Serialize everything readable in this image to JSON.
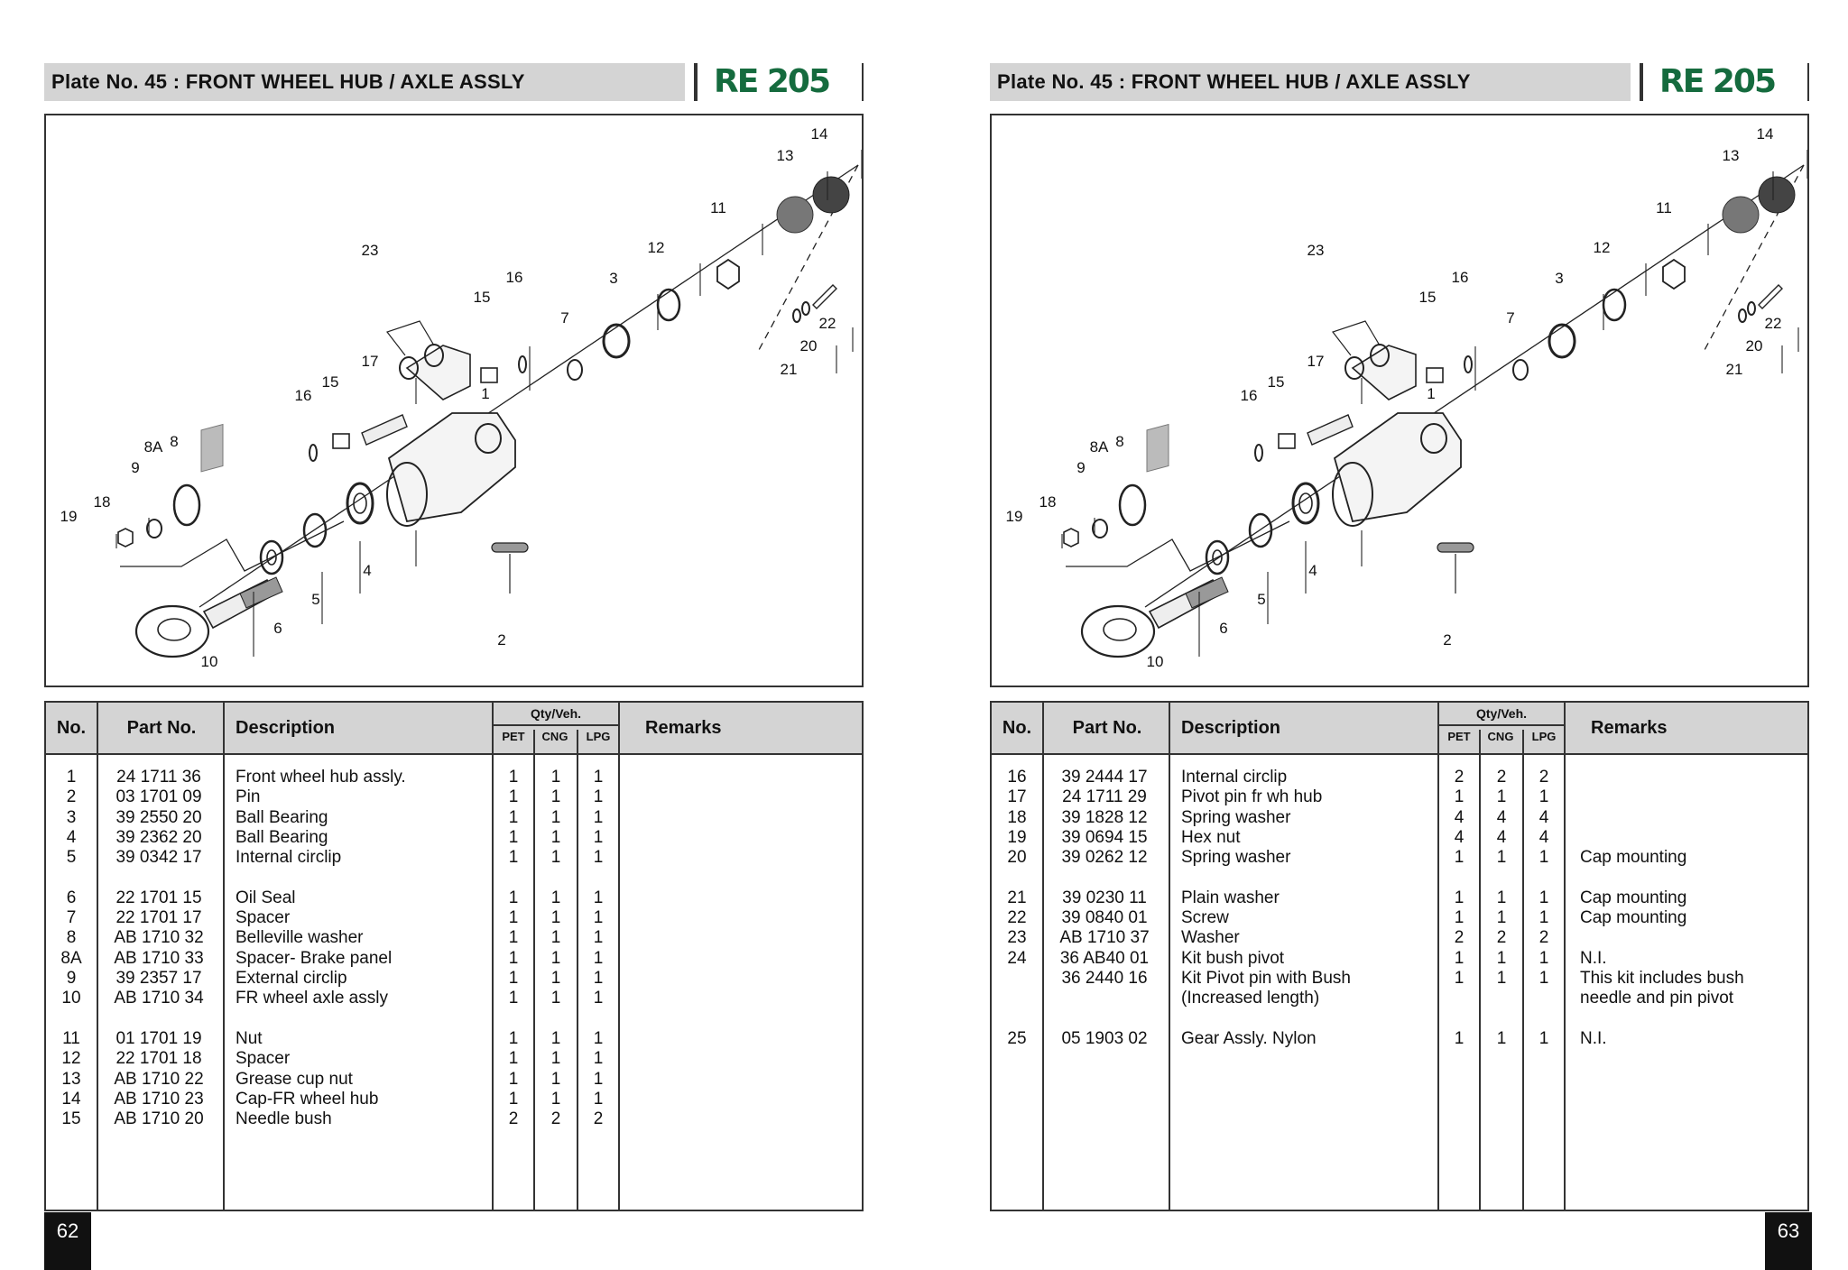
{
  "pages": [
    {
      "plate": "Plate  No.  45   :  FRONT  WHEEL  HUB  /  AXLE  ASSLY",
      "logo": "RE 205",
      "page_number": "62",
      "rows": [
        {
          "no": "1",
          "part": "24  1711  36",
          "desc": "Front wheel hub assly.",
          "pet": "1",
          "cng": "1",
          "lpg": "1",
          "rem": ""
        },
        {
          "no": "2",
          "part": "03  1701  09",
          "desc": "Pin",
          "pet": "1",
          "cng": "1",
          "lpg": "1",
          "rem": ""
        },
        {
          "no": "3",
          "part": "39  2550  20",
          "desc": "Ball Bearing",
          "pet": "1",
          "cng": "1",
          "lpg": "1",
          "rem": ""
        },
        {
          "no": "4",
          "part": "39  2362  20",
          "desc": "Ball Bearing",
          "pet": "1",
          "cng": "1",
          "lpg": "1",
          "rem": ""
        },
        {
          "no": "5",
          "part": "39  0342  17",
          "desc": "Internal circlip",
          "pet": "1",
          "cng": "1",
          "lpg": "1",
          "rem": ""
        },
        {
          "no": "6",
          "part": "22  1701  15",
          "desc": "Oil  Seal",
          "pet": "1",
          "cng": "1",
          "lpg": "1",
          "rem": ""
        },
        {
          "no": "7",
          "part": "22  1701  17",
          "desc": "Spacer",
          "pet": "1",
          "cng": "1",
          "lpg": "1",
          "rem": ""
        },
        {
          "no": "8",
          "part": "AB  1710  32",
          "desc": "Belleville washer",
          "pet": "1",
          "cng": "1",
          "lpg": "1",
          "rem": ""
        },
        {
          "no": "8A",
          "part": "AB  1710  33",
          "desc": "Spacer- Brake panel",
          "pet": "1",
          "cng": "1",
          "lpg": "1",
          "rem": ""
        },
        {
          "no": "9",
          "part": "39  2357  17",
          "desc": "External circlip",
          "pet": "1",
          "cng": "1",
          "lpg": "1",
          "rem": ""
        },
        {
          "no": "10",
          "part": "AB  1710  34",
          "desc": "FR wheel axle assly",
          "pet": "1",
          "cng": "1",
          "lpg": "1",
          "rem": ""
        },
        {
          "no": "11",
          "part": "01  1701  19",
          "desc": "Nut",
          "pet": "1",
          "cng": "1",
          "lpg": "1",
          "rem": ""
        },
        {
          "no": "12",
          "part": "22  1701  18",
          "desc": "Spacer",
          "pet": "1",
          "cng": "1",
          "lpg": "1",
          "rem": ""
        },
        {
          "no": "13",
          "part": "AB  1710  22",
          "desc": "Grease cup nut",
          "pet": "1",
          "cng": "1",
          "lpg": "1",
          "rem": ""
        },
        {
          "no": "14",
          "part": "AB  1710  23",
          "desc": "Cap-FR wheel hub",
          "pet": "1",
          "cng": "1",
          "lpg": "1",
          "rem": ""
        },
        {
          "no": "15",
          "part": "AB  1710  20",
          "desc": "Needle bush",
          "pet": "2",
          "cng": "2",
          "lpg": "2",
          "rem": ""
        }
      ]
    },
    {
      "plate": "Plate  No.  45   :  FRONT  WHEEL  HUB  /  AXLE  ASSLY",
      "logo": "RE 205",
      "page_number": "63",
      "rows": [
        {
          "no": "16",
          "part": "39  2444  17",
          "desc": "Internal circlip",
          "pet": "2",
          "cng": "2",
          "lpg": "2",
          "rem": ""
        },
        {
          "no": "17",
          "part": "24  1711  29",
          "desc": "Pivot pin fr wh hub",
          "pet": "1",
          "cng": "1",
          "lpg": "1",
          "rem": ""
        },
        {
          "no": "18",
          "part": "39  1828  12",
          "desc": "Spring washer",
          "pet": "4",
          "cng": "4",
          "lpg": "4",
          "rem": ""
        },
        {
          "no": "19",
          "part": "39  0694  15",
          "desc": "Hex nut",
          "pet": "4",
          "cng": "4",
          "lpg": "4",
          "rem": ""
        },
        {
          "no": "20",
          "part": "39  0262  12",
          "desc": "Spring washer",
          "pet": "1",
          "cng": "1",
          "lpg": "1",
          "rem": "Cap mounting"
        },
        {
          "no": "21",
          "part": "39  0230  11",
          "desc": "Plain washer",
          "pet": "1",
          "cng": "1",
          "lpg": "1",
          "rem": "Cap mounting"
        },
        {
          "no": "22",
          "part": "39  0840  01",
          "desc": "Screw",
          "pet": "1",
          "cng": "1",
          "lpg": "1",
          "rem": "Cap mounting"
        },
        {
          "no": "23",
          "part": "AB  1710  37",
          "desc": "Washer",
          "pet": "2",
          "cng": "2",
          "lpg": "2",
          "rem": ""
        },
        {
          "no": "24",
          "part": "36  AB40  01",
          "desc": "Kit bush pivot",
          "pet": "1",
          "cng": "1",
          "lpg": "1",
          "rem": "N.I."
        },
        {
          "no": "",
          "part": "36  2440  16",
          "desc": "Kit Pivot pin with Bush",
          "pet": "1",
          "cng": "1",
          "lpg": "1",
          "rem": "This kit includes bush"
        },
        {
          "no": "",
          "part": "",
          "desc": "(Increased length)",
          "pet": "",
          "cng": "",
          "lpg": "",
          "rem": "needle and pin pivot"
        },
        {
          "no": "25",
          "part": "05  1903  02",
          "desc": "Gear Assly. Nylon",
          "pet": "1",
          "cng": "1",
          "lpg": "1",
          "rem": "N.I."
        }
      ]
    }
  ],
  "table_headers": {
    "no": "No.",
    "part": "Part No.",
    "desc": "Description",
    "qty": "Qty/Veh.",
    "pet": "PET",
    "cng": "CNG",
    "lpg": "LPG",
    "rem": "Remarks"
  },
  "callouts": [
    "1",
    "2",
    "3",
    "4",
    "5",
    "6",
    "7",
    "8",
    "8A",
    "9",
    "10",
    "11",
    "12",
    "13",
    "14",
    "15",
    "16",
    "17",
    "18",
    "19",
    "20",
    "21",
    "22",
    "23"
  ],
  "colors": {
    "logo": "#156b3e",
    "header_bg": "#d4d4d4",
    "page_tab": "#111111"
  }
}
